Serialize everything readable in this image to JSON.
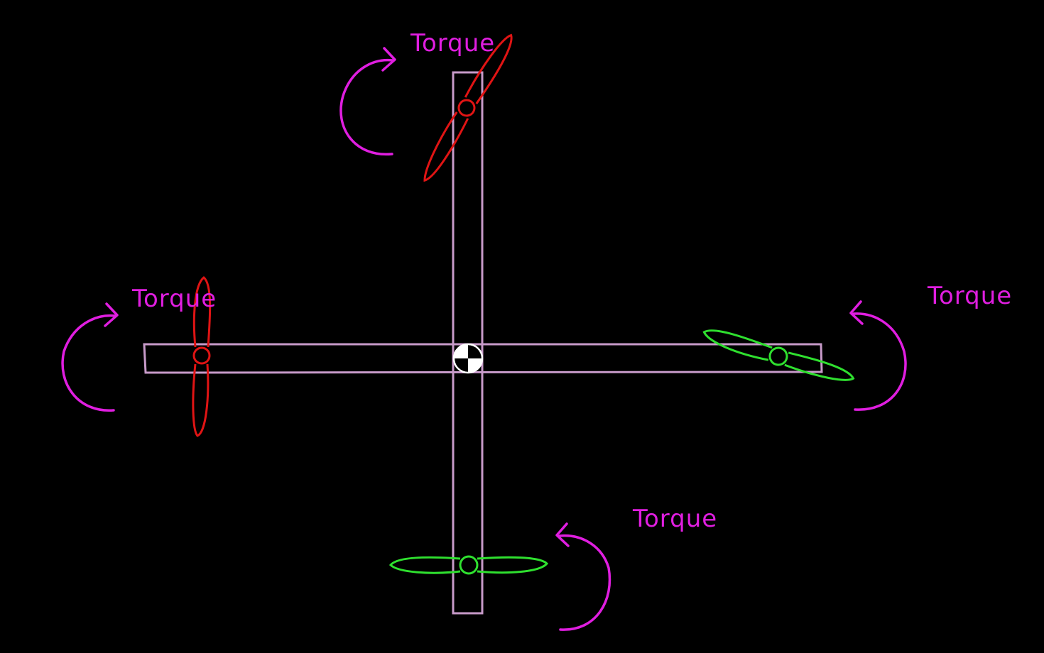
{
  "colors": {
    "background": "#000000",
    "frame": "#c79ac9",
    "torque": "#e01ee0",
    "prop_a": "#e01414",
    "prop_b": "#2fe02f",
    "center_mark": "#ffffff"
  },
  "labels": {
    "torque_top": "Torque",
    "torque_left": "Torque",
    "torque_right": "Torque",
    "torque_bottom": "Torque"
  },
  "icons": {
    "center_of_mass": "center-of-mass-icon",
    "rotation_arrow": "curved-arrow-icon"
  }
}
